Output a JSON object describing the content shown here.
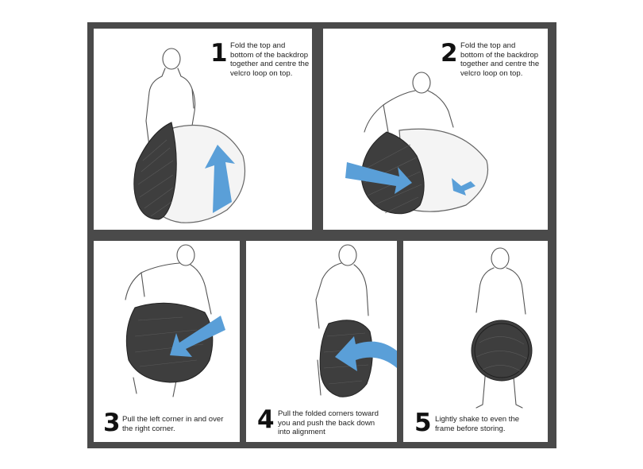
{
  "steps": [
    {
      "number": "1",
      "text": "Fold the top and\nbottom of the backdrop\ntogether and centre the\nvelcro loop on top."
    },
    {
      "number": "2",
      "text": "Fold the top and\nbottom of the backdrop\ntogether and centre the\nvelcro loop on top."
    },
    {
      "number": "3",
      "text": "Pull the left corner in and over\nthe right corner."
    },
    {
      "number": "4",
      "text": "Pull the folded corners toward\nyou and push the back down\ninto alignment"
    },
    {
      "number": "5",
      "text": "Lightly shake to even the\nframe before storing."
    }
  ],
  "colors": {
    "frame": "#4a4a4a",
    "arrow": "#5a9fd8",
    "backdrop_dark": "#3e3e3e",
    "panel": "#ffffff"
  }
}
